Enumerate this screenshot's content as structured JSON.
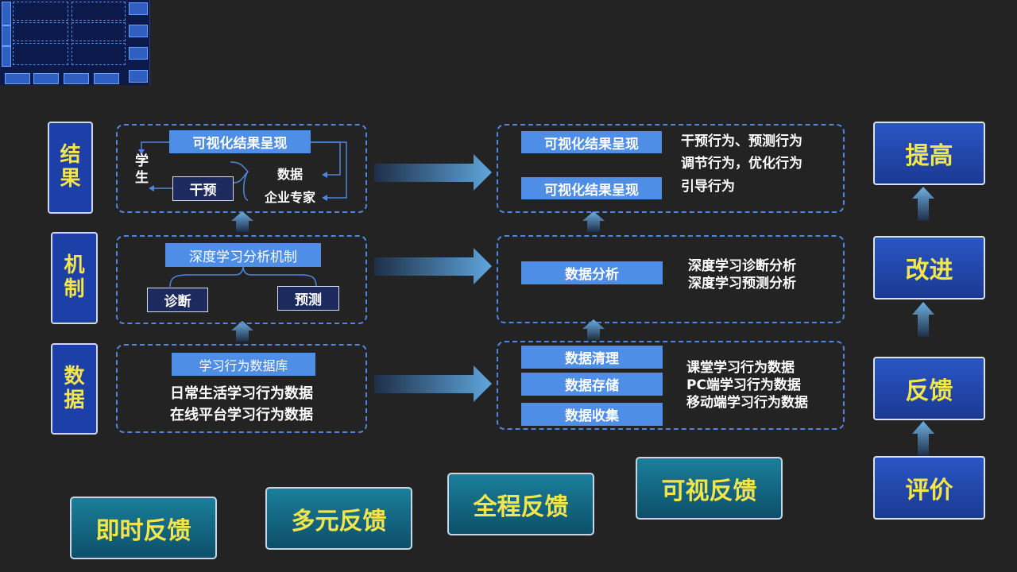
{
  "labels": {
    "result": "结\n果",
    "mechanism": "机\n制",
    "data": "数\n据"
  },
  "left_top": {
    "visual": "可视化结果呈现",
    "student": "学\n生",
    "intervene": "干预",
    "data": "数据",
    "experts": "企业专家"
  },
  "left_mid": {
    "mechanism": "深度学习分析机制",
    "diagnose": "诊断",
    "predict": "预测"
  },
  "left_bottom": {
    "db": "学习行为数据库",
    "line1": "日常生活学习行为数据",
    "line2": "在线平台学习行为数据"
  },
  "right_top": {
    "visual1": "可视化结果呈现",
    "visual2": "可视化结果呈现",
    "text1": "干预行为、预测行为",
    "text2": "调节行为，优化行为",
    "text3": "引导行为"
  },
  "right_mid": {
    "analysis": "数据分析",
    "text1": "深度学习诊断分析",
    "text2": "深度学习预测分析"
  },
  "right_bottom": {
    "clean": "数据清理",
    "store": "数据存储",
    "collect": "数据收集",
    "text1": "课堂学习行为数据",
    "text2": "PC端学习行为数据",
    "text3": "移动端学习行为数据"
  },
  "side": {
    "improve": "提高",
    "advance": "改进",
    "feedback": "反馈",
    "evaluate": "评价"
  },
  "bottom": {
    "instant": "即时反馈",
    "multi": "多元反馈",
    "whole": "全程反馈",
    "visual": "可视反馈"
  }
}
